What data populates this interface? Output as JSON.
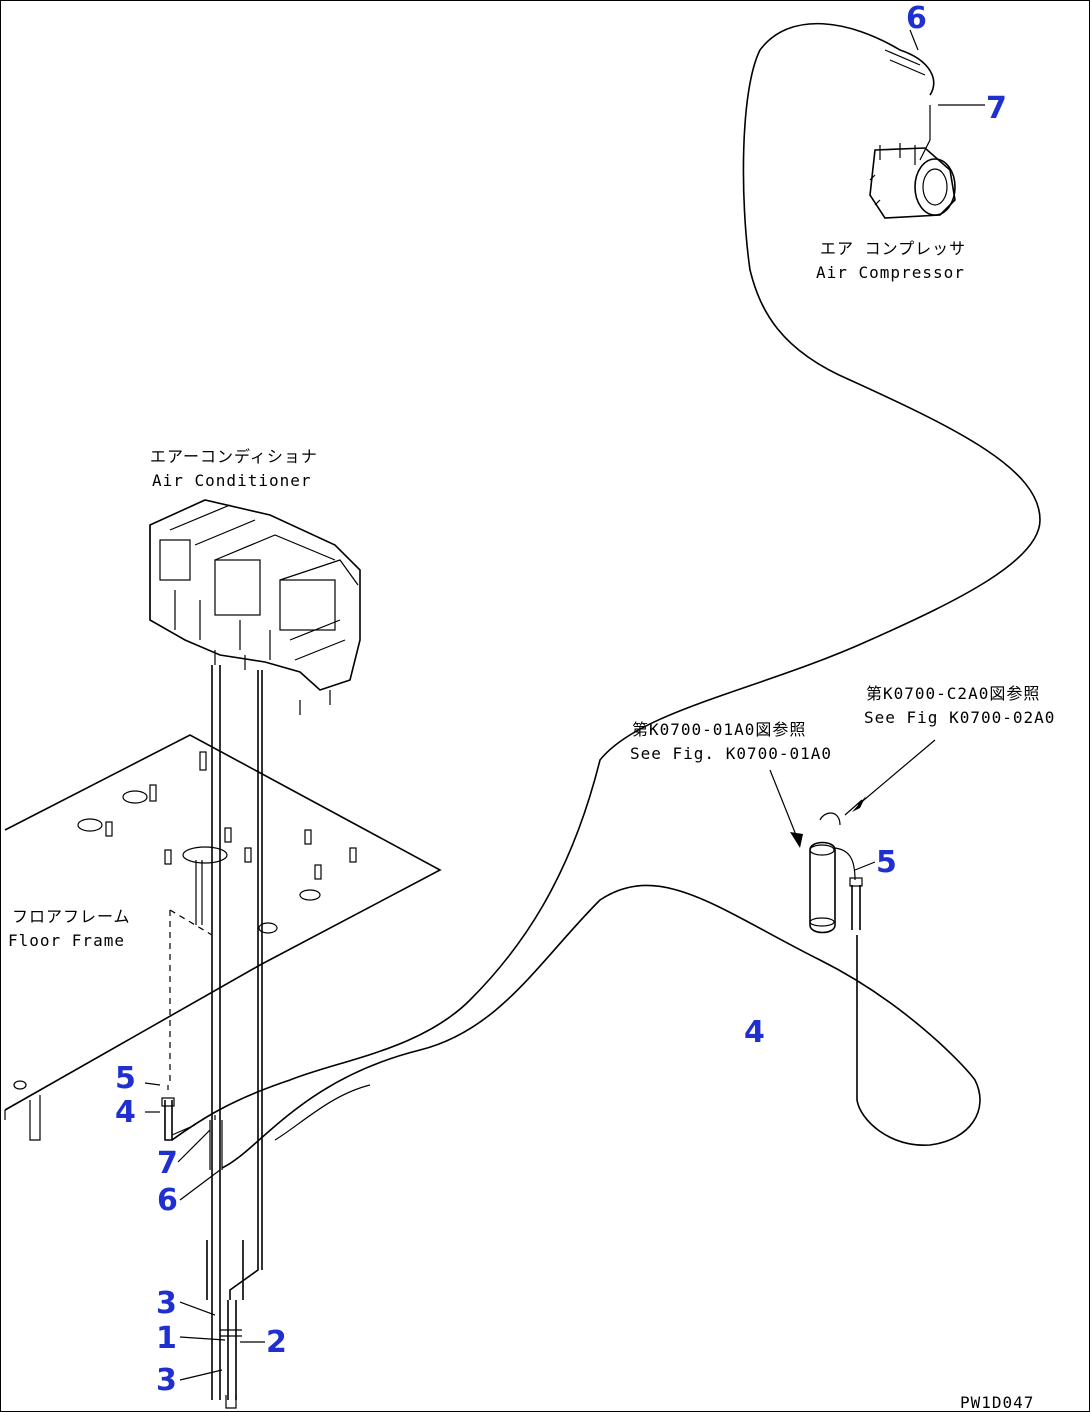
{
  "labels": {
    "air_compressor_jp": "エア コンプレッサ",
    "air_compressor_en": "Air Compressor",
    "air_conditioner_jp": "エアーコンディショナ",
    "air_conditioner_en": "Air Conditioner",
    "floor_frame_jp": "フロアフレーム",
    "floor_frame_en": "Floor Frame",
    "ref1_jp": "第K0700-C2A0図参照",
    "ref1_en": "See Fig K0700-02A0",
    "ref2_jp": "第K0700-01A0図参照",
    "ref2_en": "See Fig. K0700-01A0",
    "drawing_code": "PW1D047"
  },
  "callouts": {
    "c6_top": "6",
    "c7_top": "7",
    "c5_right": "5",
    "c4_right": "4",
    "c5_left": "5",
    "c4_left": "4",
    "c7_left": "7",
    "c6_left": "6",
    "c3_top": "3",
    "c1": "1",
    "c2": "2",
    "c3_bottom": "3"
  },
  "colors": {
    "callout": "#1f2fd0",
    "line": "#000000"
  }
}
